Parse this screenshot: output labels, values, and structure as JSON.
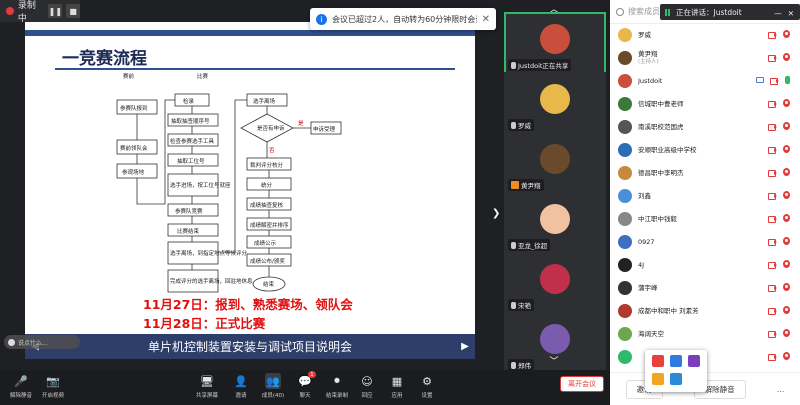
{
  "recording": {
    "label": "录制中"
  },
  "toast": {
    "text": "会议已超过2人，自动转为60分钟限时会议。"
  },
  "slide": {
    "title": "一竞赛流程",
    "col_labels": [
      "赛前",
      "比赛"
    ],
    "flow": [
      "参赛队报到",
      "赛前领队会",
      "参观场地",
      "检录",
      "抽取抽签顺序号",
      "检查参赛选手工具",
      "抽取工位号",
      "选手进场，按工位号就座",
      "参赛队竞赛",
      "比赛结束",
      "选手离场，到指定地点等候评分",
      "完成评分的选手离场，回驻地休息",
      "选手离场",
      "是否有申诉",
      "申诉受理",
      "是",
      "否",
      "裁判评分核分",
      "统分",
      "成绩抽查复核",
      "成绩解密并排序",
      "成绩公示",
      "成绩公布/颁奖",
      "结束"
    ],
    "red_lines": [
      "11月27日：报到、熟悉赛场、领队会",
      "11月28日：正式比赛"
    ],
    "caption": "单片机控制装置安装与调试项目说明会",
    "chat_placeholder": "说点什么..."
  },
  "videos": [
    {
      "name": "Justdoit正在共享",
      "color": "#c94f3c"
    },
    {
      "name": "罗威",
      "color": "#e8b84a"
    },
    {
      "name": "黄尹翔",
      "color": "#6a4a2a"
    },
    {
      "name": "亚龙_徐超",
      "color": "#f0c2a0"
    },
    {
      "name": "宋艳",
      "color": "#c0304a"
    },
    {
      "name": "郑伟",
      "color": "#7a5bb0"
    }
  ],
  "panel": {
    "search_placeholder": "搜索成员",
    "speaking": "正在讲话：Justdoit",
    "participants": [
      {
        "name": "罗威",
        "sub": "",
        "color": "#e8b84a"
      },
      {
        "name": "黄尹翔",
        "sub": "(主持人)",
        "color": "#6a4a2a"
      },
      {
        "name": "Justdoit",
        "sub": "",
        "color": "#c94f3c"
      },
      {
        "name": "信城职中曹老师",
        "sub": "",
        "color": "#3a7a3a"
      },
      {
        "name": "南溪职校范国虎",
        "sub": "",
        "color": "#555"
      },
      {
        "name": "安顺职业高级中学校",
        "sub": "",
        "color": "#2d6db5"
      },
      {
        "name": "德昌职中李明杰",
        "sub": "",
        "color": "#c58a40"
      },
      {
        "name": "刘鑫",
        "sub": "",
        "color": "#4a90d9"
      },
      {
        "name": "中江职中钱毅",
        "sub": "",
        "color": "#888"
      },
      {
        "name": "0927",
        "sub": "",
        "color": "#3d6fc2"
      },
      {
        "name": "4J",
        "sub": "",
        "color": "#222"
      },
      {
        "name": "蒲宇峰",
        "sub": "",
        "color": "#333"
      },
      {
        "name": "成都中和职中 刘素芳",
        "sub": "",
        "color": "#b03a2e"
      },
      {
        "name": "海阔天空",
        "sub": "",
        "color": "#6aa84f"
      },
      {
        "name": "",
        "sub": "",
        "color": "#2fb96b"
      }
    ],
    "invite_label": "邀请",
    "mute_all_label": "解除静音",
    "more_label": "..."
  },
  "toolbar": {
    "items": [
      {
        "label": "解除静音",
        "icon": "🎤"
      },
      {
        "label": "开启视频",
        "icon": "📷"
      },
      {
        "label": "共享屏幕",
        "icon": "🖥"
      },
      {
        "label": "邀请",
        "icon": "👤"
      },
      {
        "label": "成员(40)",
        "icon": "👥"
      },
      {
        "label": "聊天",
        "icon": "💬",
        "badge": "1"
      },
      {
        "label": "结束录制",
        "icon": "⏺"
      },
      {
        "label": "回应",
        "icon": "☺"
      },
      {
        "label": "应用",
        "icon": "▦"
      },
      {
        "label": "设置",
        "icon": "⚙"
      }
    ],
    "leave_label": "离开会议"
  }
}
